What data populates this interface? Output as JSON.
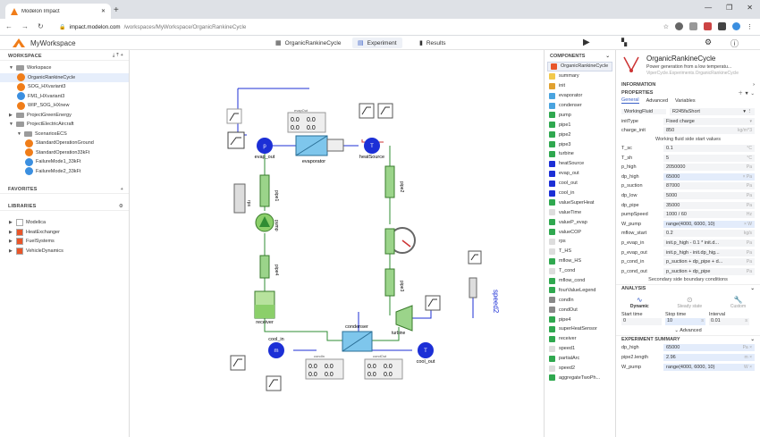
{
  "browser": {
    "tab_title": "Modelon Impact",
    "url_host": "impact.modelon.com",
    "url_path": "/workspaces/MyWorkspace/OrganicRankineCycle",
    "new_tab": "+"
  },
  "app": {
    "workspace": "MyWorkspace",
    "tabs": [
      {
        "label": "OrganicRankineCycle"
      },
      {
        "label": "Experiment"
      },
      {
        "label": "Results"
      }
    ]
  },
  "left": {
    "workspace_title": "WORKSPACE",
    "tree": [
      {
        "label": "Workspace",
        "kind": "folder",
        "level": 0,
        "arrow": "▼"
      },
      {
        "label": "OrganicRankineCycle",
        "kind": "orange",
        "level": 1,
        "selected": true
      },
      {
        "label": "SOG_HXvariant3",
        "kind": "orange",
        "level": 1
      },
      {
        "label": "FM1_HXvariant3",
        "kind": "blue",
        "level": 1
      },
      {
        "label": "WIP_SOG_HXnew",
        "kind": "orange",
        "level": 1
      },
      {
        "label": "ProjectGreenEnergy",
        "kind": "folder",
        "level": 0,
        "arrow": "▶"
      },
      {
        "label": "ProjectElectricAircraft",
        "kind": "folder",
        "level": 0,
        "arrow": "▼"
      },
      {
        "label": "ScenariosECS",
        "kind": "folder",
        "level": 1,
        "arrow": "▼"
      },
      {
        "label": "StandardOperationGround",
        "kind": "orange",
        "level": 2
      },
      {
        "label": "StandardOperation33kFt",
        "kind": "orange",
        "level": 2
      },
      {
        "label": "FailureMode1_33kFt",
        "kind": "blue",
        "level": 2
      },
      {
        "label": "FailureMode2_33kFt",
        "kind": "blue",
        "level": 2
      }
    ],
    "favorites_title": "FAVORITES",
    "libraries_title": "LIBRARIES",
    "libraries": [
      {
        "label": "Modelica",
        "color": "#ffffff"
      },
      {
        "label": "HeatExchanger",
        "color": "#e8562a"
      },
      {
        "label": "FuelSystems",
        "color": "#e8562a"
      },
      {
        "label": "VehicleDynamics",
        "color": "#e8562a"
      }
    ]
  },
  "diagram": {
    "labels": {
      "evap_out": "evap_out",
      "evaporator": "evaporator",
      "heatSource": "heatSource",
      "pipe1": "pipe1",
      "pump": "pump",
      "pipe4": "pipe4",
      "receiver": "receiver",
      "condenser": "condenser",
      "cool_in": "cool_in",
      "cool_out": "cool_out",
      "pipe2": "pipe2",
      "pipe3": "pipe3",
      "turbine": "turbine",
      "speed2": "speed2",
      "rps": "rps",
      "evapOut": "evapOut",
      "condIn": "condIn",
      "condOut": "condOut"
    },
    "node_letters": {
      "p": "p",
      "T": "T",
      "m": "m"
    },
    "display_value": "0.0"
  },
  "components": {
    "title": "COMPONENTS",
    "items": [
      {
        "label": "OrganicRankineCycle",
        "icon": "#e8562a"
      },
      {
        "label": "summary",
        "icon": "#f2c94c"
      },
      {
        "label": "init",
        "icon": "#e0a030"
      },
      {
        "label": "evaporator",
        "icon": "#4aa3df"
      },
      {
        "label": "condenser",
        "icon": "#4aa3df"
      },
      {
        "label": "pump",
        "icon": "#2fa84f"
      },
      {
        "label": "pipe1",
        "icon": "#2fa84f"
      },
      {
        "label": "pipe2",
        "icon": "#2fa84f"
      },
      {
        "label": "pipe3",
        "icon": "#2fa84f"
      },
      {
        "label": "turbine",
        "icon": "#2fa84f"
      },
      {
        "label": "heatSource",
        "icon": "#1c2fd6"
      },
      {
        "label": "evap_out",
        "icon": "#1c2fd6"
      },
      {
        "label": "cool_out",
        "icon": "#1c2fd6"
      },
      {
        "label": "cool_in",
        "icon": "#1c2fd6"
      },
      {
        "label": "valueSuperHeat",
        "icon": "#2fa84f"
      },
      {
        "label": "valueTime",
        "icon": "#dddddd"
      },
      {
        "label": "valueP_evap",
        "icon": "#2fa84f"
      },
      {
        "label": "valueCOP",
        "icon": "#2fa84f"
      },
      {
        "label": "rps",
        "icon": "#dddddd"
      },
      {
        "label": "T_HS",
        "icon": "#dddddd"
      },
      {
        "label": "mflow_HS",
        "icon": "#2fa84f"
      },
      {
        "label": "T_cond",
        "icon": "#dddddd"
      },
      {
        "label": "mflow_cond",
        "icon": "#2fa84f"
      },
      {
        "label": "fourValueLegend",
        "icon": "#2fa84f"
      },
      {
        "label": "condIn",
        "icon": "#888888"
      },
      {
        "label": "condOut",
        "icon": "#888888"
      },
      {
        "label": "pipe4",
        "icon": "#2fa84f"
      },
      {
        "label": "superHeatSensor",
        "icon": "#2fa84f"
      },
      {
        "label": "receiver",
        "icon": "#2fa84f"
      },
      {
        "label": "speed1",
        "icon": "#dddddd"
      },
      {
        "label": "partialArc",
        "icon": "#2fa84f"
      },
      {
        "label": "speed2",
        "icon": "#dddddd"
      },
      {
        "label": "aggregateTwoPh...",
        "icon": "#2fa84f"
      }
    ]
  },
  "props": {
    "name": "OrganicRankineCycle",
    "desc": "Power generation from a low temperatu...",
    "path": "ViperCycle.Experiments.OrganicRankineCycle",
    "information": "INFORMATION",
    "properties": "PROPERTIES",
    "tabs": [
      "General",
      "Advanced",
      "Variables"
    ],
    "working_fluid_label": "WorkingFluid",
    "working_fluid": "R245faShort",
    "rows_a": [
      {
        "k": "initType",
        "v": "Fixed charge",
        "u": "▾",
        "style": "f"
      },
      {
        "k": "charge_init",
        "v": "850",
        "u": "kg/m^3",
        "style": "f"
      }
    ],
    "sub1": "Working fluid side start values",
    "rows_b": [
      {
        "k": "T_sc",
        "v": "0.1",
        "u": "°C",
        "style": "f"
      },
      {
        "k": "T_sh",
        "v": "5",
        "u": "°C",
        "style": "f"
      },
      {
        "k": "p_high",
        "v": "2050000",
        "u": "Pa",
        "style": "f"
      },
      {
        "k": "dp_high",
        "v": "65000",
        "u": "× Pa",
        "style": "h"
      },
      {
        "k": "p_suction",
        "v": "87000",
        "u": "Pa",
        "style": "f"
      },
      {
        "k": "dp_low",
        "v": "5000",
        "u": "Pa",
        "style": "f"
      },
      {
        "k": "dp_pipe",
        "v": "35000",
        "u": "Pa",
        "style": "f"
      },
      {
        "k": "pumpSpeed",
        "v": "1000 / 60",
        "u": "Hz",
        "style": "f"
      },
      {
        "k": "W_pump",
        "v": "range(4000, 6000, 10)",
        "u": "× W",
        "style": "h"
      },
      {
        "k": "mflow_start",
        "v": "0.2",
        "u": "kg/s",
        "style": "f"
      },
      {
        "k": "p_evap_in",
        "v": "init.p_high - 0.1 * init.d...",
        "u": "Pa",
        "style": "f"
      },
      {
        "k": "p_evap_out",
        "v": "init.p_high - init.dp_hig...",
        "u": "Pa",
        "style": "f"
      },
      {
        "k": "p_cond_in",
        "v": "p_suction + dp_pipe + d...",
        "u": "Pa",
        "style": "f"
      },
      {
        "k": "p_cond_out",
        "v": "p_suction + dp_pipe",
        "u": "Pa",
        "style": "f"
      }
    ],
    "sub2": "Secondary side boundary conditions",
    "analysis": "ANALYSIS",
    "analysis_modes": [
      "Dynamic",
      "Steady state",
      "Custom"
    ],
    "start_time_label": "Start time",
    "stop_time_label": "Stop time",
    "interval_label": "Interval",
    "start_time": "0",
    "stop_time": "10",
    "interval": "0.01",
    "stop_unit": "s",
    "interval_unit": "s",
    "advanced": "Advanced",
    "summary": "EXPERIMENT SUMMARY",
    "summary_rows": [
      {
        "k": "dp_high",
        "v": "65000",
        "u": "Pa ×"
      },
      {
        "k": "pipe2.length",
        "v": "2.96",
        "u": "m ×"
      },
      {
        "k": "W_pump",
        "v": "range(4000, 6000, 10)",
        "u": "W ×"
      }
    ]
  },
  "colors": {
    "accent": "#3a60c8",
    "orange": "#f07d19",
    "blue": "#3b8fe0",
    "wire": "#2f8d33",
    "port": "#1c2fd6"
  }
}
